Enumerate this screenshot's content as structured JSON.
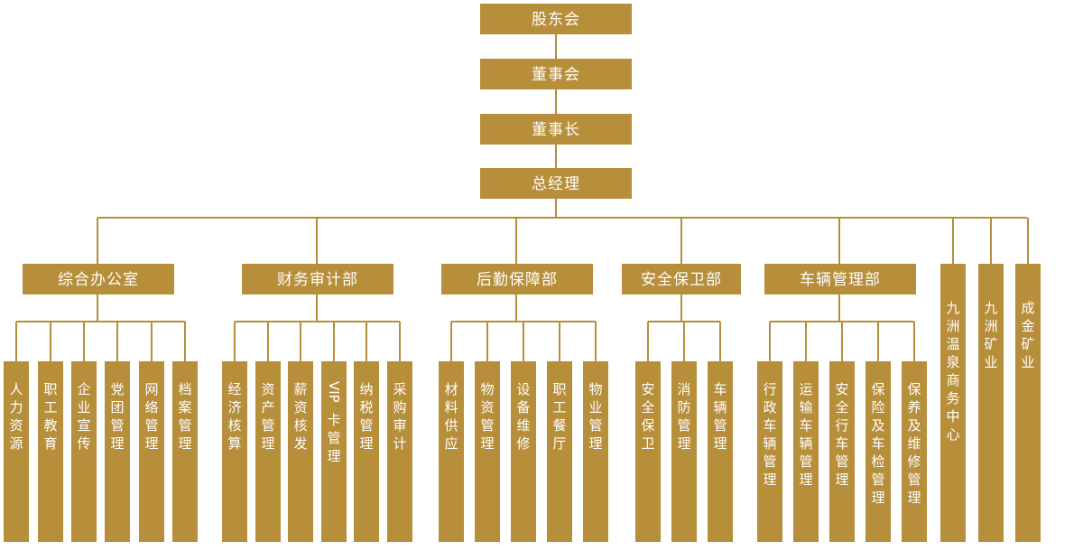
{
  "colors": {
    "box": "#b78e3a",
    "text": "#ffffff",
    "background": "#ffffff"
  },
  "top_chain": [
    {
      "id": "gudonghui",
      "label": "股东会"
    },
    {
      "id": "dongshihui",
      "label": "董事会"
    },
    {
      "id": "dongshizhang",
      "label": "董事长"
    },
    {
      "id": "zongjingli",
      "label": "总经理"
    }
  ],
  "departments": [
    {
      "id": "zonghe",
      "label": "综合办公室",
      "children": [
        "人力资源",
        "职工教育",
        "企业宣传",
        "党团管理",
        "网络管理",
        "档案管理"
      ]
    },
    {
      "id": "caiwu",
      "label": "财务审计部",
      "children": [
        "经济核算",
        "资产管理",
        "薪资核发",
        "VIP卡管理",
        "纳税管理",
        "采购审计"
      ]
    },
    {
      "id": "houqin",
      "label": "后勤保障部",
      "children": [
        "材料供应",
        "物资管理",
        "设备维修",
        "职工餐厅",
        "物业管理"
      ]
    },
    {
      "id": "anquan",
      "label": "安全保卫部",
      "children": [
        "安全保卫",
        "消防管理",
        "车辆管理"
      ]
    },
    {
      "id": "cheliang",
      "label": "车辆管理部",
      "children": [
        "行政车辆管理",
        "运输车辆管理",
        "安全行车管理",
        "保险及车检管理",
        "保养及维修管理"
      ]
    }
  ],
  "affiliates": [
    {
      "id": "jiuzhou-wenquan",
      "label": "九洲温泉商务中心"
    },
    {
      "id": "jiuzhou-kuangye",
      "label": "九洲矿业"
    },
    {
      "id": "chengjin-kuangye",
      "label": "成金矿业"
    }
  ]
}
